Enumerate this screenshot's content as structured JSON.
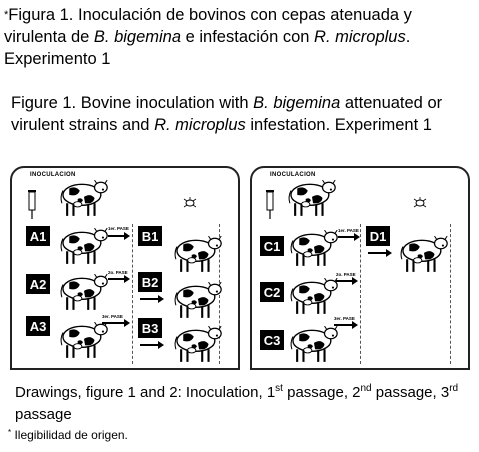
{
  "caption_es": {
    "star": "*",
    "text1": "Figura 1.  Inoculación de bovinos con cepas atenuada y virulenta de ",
    "species1": "B. bigemina",
    "text2": " e infestación con ",
    "species2": "R.  microplus",
    "text3": ". Experimento 1"
  },
  "caption_en": {
    "text1": "Figure 1.  Bovine inoculation with ",
    "species1": "B. bigemina",
    "text2": " attenuated or virulent strains and ",
    "species2": "R.  microplus",
    "text3": " infestation. Experiment 1"
  },
  "panel1": {
    "label": "INOCULACION",
    "boxes_left": [
      "A1",
      "A2",
      "A3"
    ],
    "boxes_right": [
      "B1",
      "B2",
      "B3"
    ],
    "passages": [
      "1er. PASE",
      "2o. PASE",
      "3er. PASE"
    ]
  },
  "panel2": {
    "label": "INOCULACION",
    "boxes_left": [
      "C1",
      "C2",
      "C3"
    ],
    "boxes_right": [
      "D1"
    ],
    "passages": [
      "1er. PASE",
      "2o. PASE",
      "3er. PASE"
    ]
  },
  "footer": {
    "part1": "Drawings, figure 1 and 2: Inoculation, 1",
    "sup1": "st",
    "part2": " passage, 2",
    "sup2": "nd",
    "part3": " passage, 3",
    "sup3": "rd",
    "part4": " passage"
  },
  "note": {
    "star": "*",
    "text": " Ilegibilidad de origen."
  },
  "icons": [
    "cow-icon",
    "syringe-icon",
    "tick-icon",
    "arrow-icon"
  ]
}
